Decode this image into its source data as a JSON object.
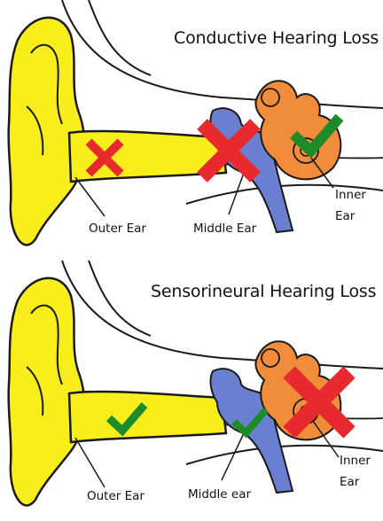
{
  "panels": [
    {
      "title": "Conductive Hearing Loss",
      "labels": {
        "outer": "Outer Ear",
        "middle": "Middle Ear",
        "inner_line1": "Inner",
        "inner_line2": "Ear"
      },
      "status": {
        "outer": "cross",
        "middle": "cross",
        "inner": "check"
      }
    },
    {
      "title": "Sensorineural Hearing Loss",
      "labels": {
        "outer": "Outer Ear",
        "middle": "Middle ear",
        "inner_line1": "Inner",
        "inner_line2": "Ear"
      },
      "status": {
        "outer": "check",
        "middle": "check",
        "inner": "cross"
      }
    }
  ],
  "colors": {
    "outer_ear": "#f7ee1c",
    "middle_ear": "#6b7fd0",
    "inner_ear": "#f08c3a",
    "cross": "#e82a2e",
    "check": "#1e8b2a",
    "outline": "#1a1a1a"
  },
  "icons": {
    "cross": "red-x-icon",
    "check": "green-check-icon"
  }
}
